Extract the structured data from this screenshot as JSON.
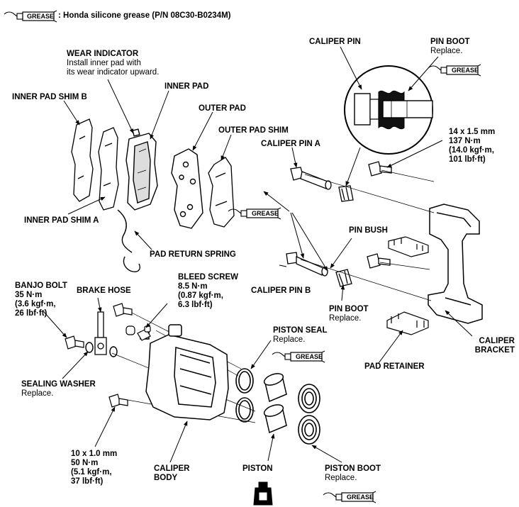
{
  "legend": {
    "icon_text": "GREASE",
    "text": ": Honda silicone grease (P/N 08C30-B0234M)"
  },
  "grease_icon_text": "GREASE",
  "labels": {
    "wear_indicator": {
      "title": "WEAR INDICATOR",
      "lines": [
        "Install inner pad with",
        "its wear indicator upward."
      ]
    },
    "inner_pad": {
      "title": "INNER PAD"
    },
    "inner_pad_shim_b": {
      "title": "INNER PAD SHIM B"
    },
    "outer_pad": {
      "title": "OUTER PAD"
    },
    "outer_pad_shim": {
      "title": "OUTER PAD SHIM"
    },
    "inner_pad_shim_a": {
      "title": "INNER PAD SHIM A"
    },
    "pad_return_spring": {
      "title": "PAD RETURN SPRING"
    },
    "caliper_pin": {
      "title": "CALIPER PIN"
    },
    "pin_boot_top": {
      "title": "PIN BOOT",
      "note": "Replace."
    },
    "torque_bracket": {
      "lines": [
        "14 x 1.5 mm",
        "137 N·m",
        "(14.0 kgf·m,",
        "101 lbf·ft)"
      ]
    },
    "caliper_pin_a": {
      "title": "CALIPER PIN A"
    },
    "pin_bush": {
      "title": "PIN BUSH"
    },
    "caliper_pin_b": {
      "title": "CALIPER PIN B"
    },
    "pin_boot_bottom": {
      "title": "PIN BOOT",
      "note": "Replace."
    },
    "banjo_bolt": {
      "title": "BANJO BOLT",
      "lines": [
        "35 N·m",
        "(3.6 kgf·m,",
        "26 lbf·ft)"
      ]
    },
    "brake_hose": {
      "title": "BRAKE HOSE"
    },
    "bleed_screw": {
      "title": "BLEED SCREW",
      "lines": [
        "8.5 N·m",
        "(0.87 kgf·m,",
        "6.3 lbf·ft)"
      ]
    },
    "piston_seal": {
      "title": "PISTON SEAL",
      "note": "Replace."
    },
    "caliper_bracket": {
      "lines": [
        "CALIPER",
        "BRACKET"
      ]
    },
    "pad_retainer": {
      "title": "PAD RETAINER"
    },
    "sealing_washer": {
      "title": "SEALING WASHER",
      "note": "Replace."
    },
    "torque_body": {
      "lines": [
        "10 x 1.0 mm",
        "50 N·m",
        "(5.1 kgf·m,",
        "37 lbf·ft)"
      ]
    },
    "caliper_body": {
      "lines": [
        "CALIPER",
        "BODY"
      ]
    },
    "piston": {
      "title": "PISTON"
    },
    "piston_boot": {
      "title": "PISTON BOOT",
      "note": "Replace."
    }
  }
}
